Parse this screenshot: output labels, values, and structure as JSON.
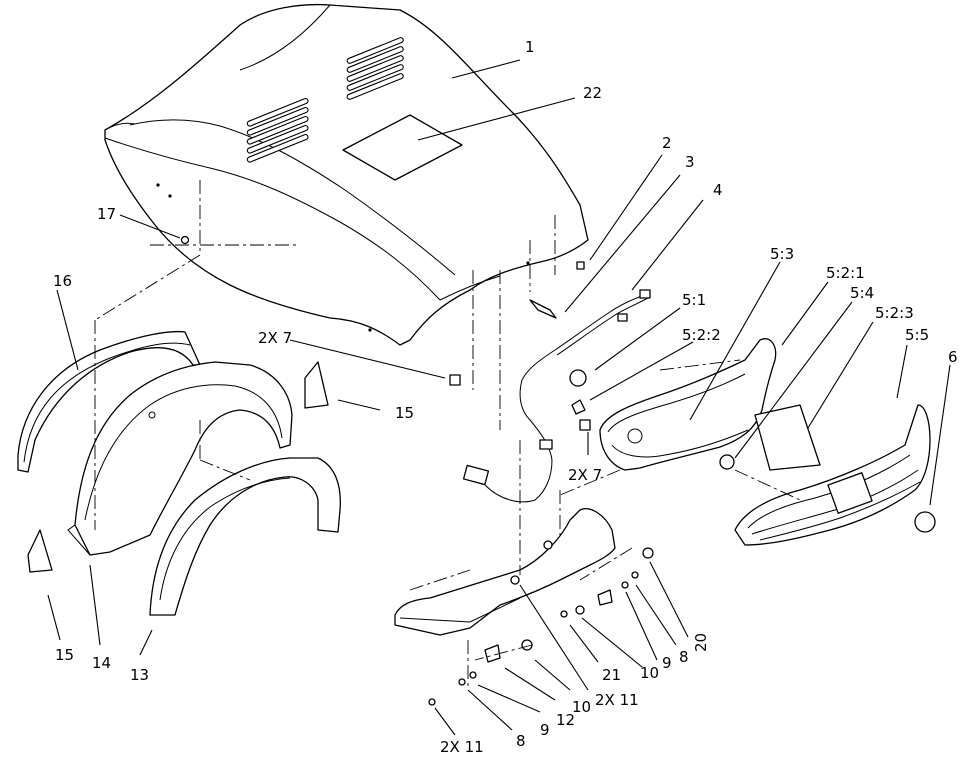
{
  "callouts": [
    {
      "id": "c1",
      "text": "1"
    },
    {
      "id": "c22",
      "text": "22"
    },
    {
      "id": "c2",
      "text": "2"
    },
    {
      "id": "c3",
      "text": "3"
    },
    {
      "id": "c4",
      "text": "4"
    },
    {
      "id": "c17",
      "text": "17"
    },
    {
      "id": "c16",
      "text": "16"
    },
    {
      "id": "c2x7a",
      "text": "2X 7"
    },
    {
      "id": "c15a",
      "text": "15"
    },
    {
      "id": "c51",
      "text": "5:1"
    },
    {
      "id": "c53",
      "text": "5:3"
    },
    {
      "id": "c521",
      "text": "5:2:1"
    },
    {
      "id": "c54",
      "text": "5:4"
    },
    {
      "id": "c522",
      "text": "5:2:2"
    },
    {
      "id": "c523",
      "text": "5:2:3"
    },
    {
      "id": "c55",
      "text": "5:5"
    },
    {
      "id": "c6",
      "text": "6"
    },
    {
      "id": "c2x7b",
      "text": "2X 7"
    },
    {
      "id": "c15b",
      "text": "15"
    },
    {
      "id": "c14",
      "text": "14"
    },
    {
      "id": "c13",
      "text": "13"
    },
    {
      "id": "c20",
      "text": "20"
    },
    {
      "id": "c8a",
      "text": "8"
    },
    {
      "id": "c9a",
      "text": "9"
    },
    {
      "id": "c10a",
      "text": "10"
    },
    {
      "id": "c21",
      "text": "21"
    },
    {
      "id": "c2x11a",
      "text": "2X 11"
    },
    {
      "id": "c10b",
      "text": "10"
    },
    {
      "id": "c12",
      "text": "12"
    },
    {
      "id": "c9b",
      "text": "9"
    },
    {
      "id": "c8b",
      "text": "8"
    },
    {
      "id": "c2x11b",
      "text": "2X 11"
    }
  ]
}
